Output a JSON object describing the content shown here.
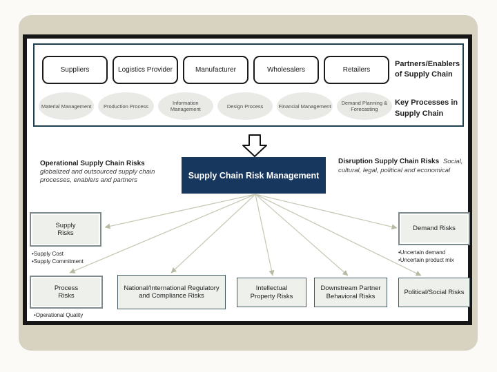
{
  "colors": {
    "page_bg": "#fbfaf7",
    "slide_bg": "#d8d2c1",
    "frame_border": "#161616",
    "section_border": "#1d3e4c",
    "center_box_bg": "#17375e",
    "center_box_text": "#ffffff",
    "oval_bg": "#e9e9e5",
    "risk_box_bg": "#eef0ec",
    "connector_line": "#c6cab6"
  },
  "top": {
    "chain_boxes": [
      "Suppliers",
      "Logistics Provider",
      "Manufacturer",
      "Wholesalers",
      "Retailers"
    ],
    "chain_label": "Partners/Enablers of Supply Chain",
    "ovals": [
      "Material Management",
      "Production Process",
      "Information Management",
      "Design Process",
      "Financial Management",
      "Demand Planning & Forecasting"
    ],
    "ovals_label": "Key Processes in Supply Chain"
  },
  "center": {
    "label": "Supply Chain Risk Management"
  },
  "notes": {
    "left_title": "Operational Supply Chain Risks",
    "left_sub": "globalized and outsourced supply chain processes, enablers and partners",
    "right_title": "Disruption Supply Chain Risks",
    "right_sub": "Social, cultural, legal, political and economical"
  },
  "risks": {
    "supply": {
      "label": "Supply Risks",
      "bullets": [
        "•Supply Cost",
        "•Supply Commitment"
      ]
    },
    "demand": {
      "label": "Demand Risks",
      "bullets": [
        "•Uncertain demand",
        "•Uncertain product mix"
      ]
    },
    "process": {
      "label": "Process Risks",
      "bullets": [
        "•Operational Quality"
      ]
    },
    "national": {
      "label": "National/International Regulatory and Compliance Risks"
    },
    "intellectual": {
      "label": "Intellectual Property Risks"
    },
    "downstream": {
      "label": "Downstream Partner Behavioral Risks"
    },
    "political": {
      "label": "Political/Social Risks"
    }
  }
}
